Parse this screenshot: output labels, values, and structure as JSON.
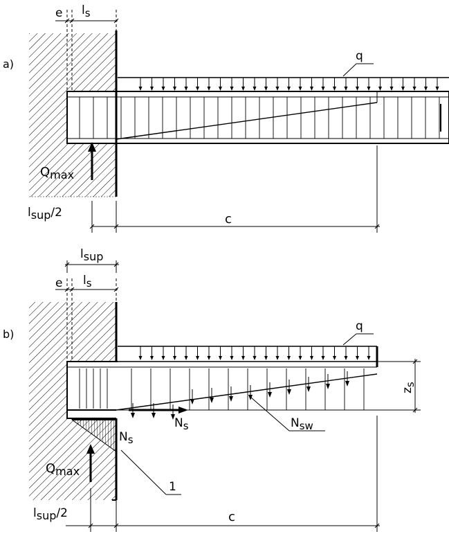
{
  "panel_a": {
    "tag": "a)",
    "labels": {
      "e": "e",
      "ls": "l",
      "ls_sub": "s",
      "q": "q",
      "q_max": "Q",
      "q_max_sub": "max",
      "lsup_half": "l",
      "lsup_half_sub": "sup",
      "lsup_half_tail": "/2",
      "c": "c"
    }
  },
  "panel_b": {
    "tag": "b)",
    "labels": {
      "lsup": "l",
      "lsup_sub": "sup",
      "e": "e",
      "ls": "l",
      "ls_sub": "s",
      "q": "q",
      "zs": "z",
      "zs_sub": "s",
      "ns_right": "N",
      "ns_right_sub": "s",
      "ns_left": "N",
      "ns_left_sub": "s",
      "nsw": "N",
      "nsw_sub": "sw",
      "q_max": "Q",
      "q_max_sub": "max",
      "one": "1",
      "lsup_half": "l",
      "lsup_half_sub": "sup",
      "lsup_half_tail": "/2",
      "c": "c"
    }
  }
}
